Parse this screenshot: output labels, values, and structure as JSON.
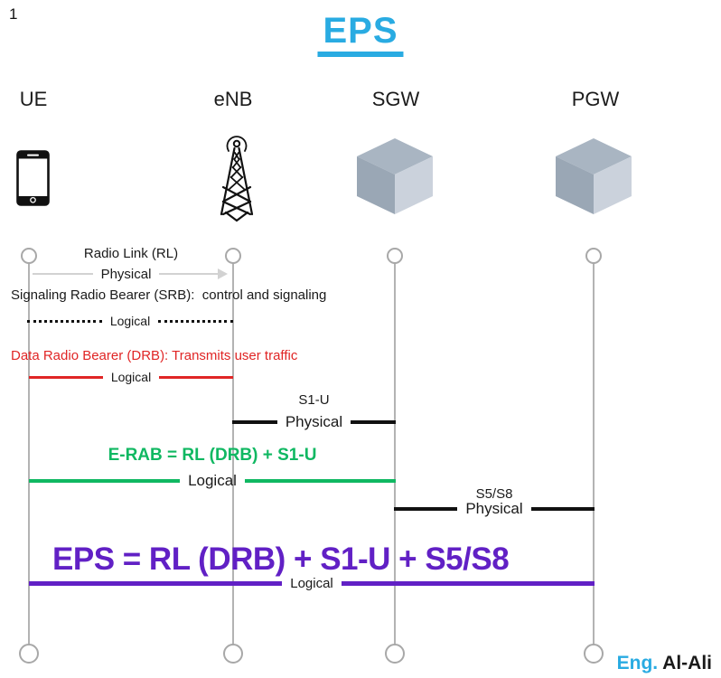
{
  "page_number": "1",
  "title": "EPS",
  "nodes": [
    {
      "label": "UE",
      "icon": "smartphone-icon"
    },
    {
      "label": "eNB",
      "icon": "antenna-tower-icon"
    },
    {
      "label": "SGW",
      "icon": "server-cube-icon"
    },
    {
      "label": "PGW",
      "icon": "server-cube-icon"
    }
  ],
  "connections": [
    {
      "title": "Radio Link (RL)",
      "layer_label": "Physical",
      "from": "UE",
      "to": "eNB",
      "style": "gray-arrow",
      "color": "#d2d2d2"
    },
    {
      "title": "Signaling Radio Bearer (SRB):  control and signaling",
      "layer_label": "Logical",
      "from": "UE",
      "to": "eNB",
      "style": "dotted-black",
      "color": "#111111"
    },
    {
      "title": "Data Radio Bearer (DRB): Transmits user traffic",
      "layer_label": "Logical",
      "from": "UE",
      "to": "eNB",
      "style": "solid-red",
      "color": "#e02525"
    },
    {
      "title": "S1-U",
      "layer_label": "Physical",
      "from": "eNB",
      "to": "SGW",
      "style": "solid-black",
      "color": "#111111"
    },
    {
      "title": "E-RAB = RL (DRB) + S1-U",
      "layer_label": "Logical",
      "from": "UE",
      "to": "SGW",
      "style": "solid-green",
      "color": "#10b862"
    },
    {
      "title": "S5/S8",
      "layer_label": "Physical",
      "from": "SGW",
      "to": "PGW",
      "style": "solid-black",
      "color": "#111111"
    },
    {
      "title": "EPS = RL (DRB) + S1-U + S5/S8",
      "layer_label": "Logical",
      "from": "UE",
      "to": "PGW",
      "style": "solid-purple",
      "color": "#6120c5"
    }
  ],
  "watermark": {
    "prefix": "Eng.",
    "name": "Al-Ali"
  },
  "colors": {
    "accent_cyan": "#29ABE2",
    "red": "#e02525",
    "green": "#10b862",
    "purple": "#6120c5",
    "gray_lifeline": "#b3b3b3",
    "gray_physical": "#d2d2d2",
    "black": "#1a1a1a"
  }
}
